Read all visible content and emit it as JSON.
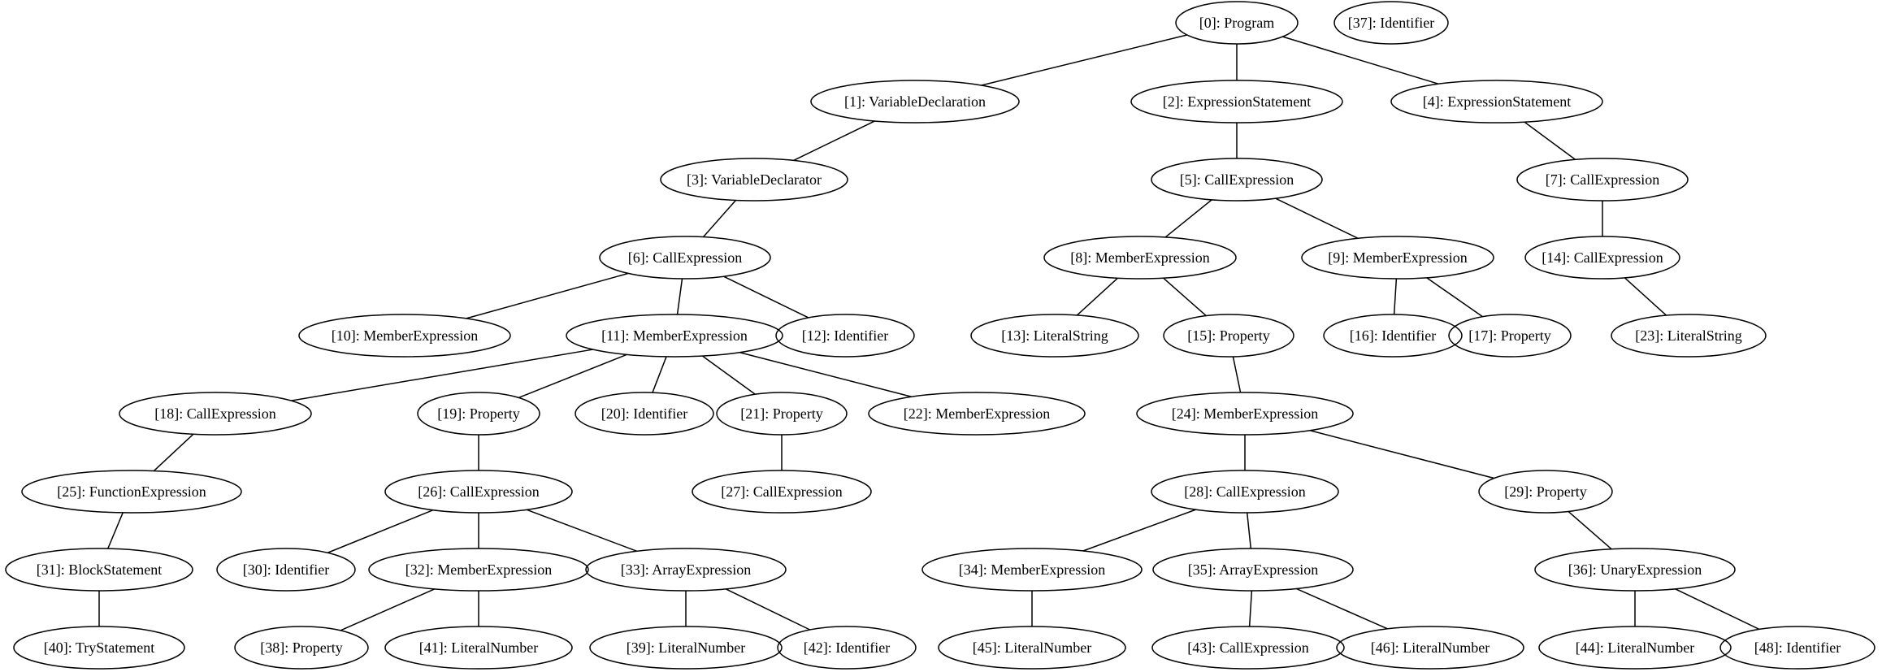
{
  "diagram": {
    "type": "tree",
    "nodes": [
      {
        "id": 0,
        "label": "[0]: Program"
      },
      {
        "id": 1,
        "label": "[1]: VariableDeclaration"
      },
      {
        "id": 2,
        "label": "[2]: ExpressionStatement"
      },
      {
        "id": 3,
        "label": "[3]: VariableDeclarator"
      },
      {
        "id": 4,
        "label": "[4]: ExpressionStatement"
      },
      {
        "id": 5,
        "label": "[5]: CallExpression"
      },
      {
        "id": 6,
        "label": "[6]: CallExpression"
      },
      {
        "id": 7,
        "label": "[7]: CallExpression"
      },
      {
        "id": 8,
        "label": "[8]: MemberExpression"
      },
      {
        "id": 9,
        "label": "[9]: MemberExpression"
      },
      {
        "id": 10,
        "label": "[10]: MemberExpression"
      },
      {
        "id": 11,
        "label": "[11]: MemberExpression"
      },
      {
        "id": 12,
        "label": "[12]: Identifier"
      },
      {
        "id": 13,
        "label": "[13]: LiteralString"
      },
      {
        "id": 14,
        "label": "[14]: CallExpression"
      },
      {
        "id": 15,
        "label": "[15]: Property"
      },
      {
        "id": 16,
        "label": "[16]: Identifier"
      },
      {
        "id": 17,
        "label": "[17]: Property"
      },
      {
        "id": 18,
        "label": "[18]: CallExpression"
      },
      {
        "id": 19,
        "label": "[19]: Property"
      },
      {
        "id": 20,
        "label": "[20]: Identifier"
      },
      {
        "id": 21,
        "label": "[21]: Property"
      },
      {
        "id": 22,
        "label": "[22]: MemberExpression"
      },
      {
        "id": 23,
        "label": "[23]: LiteralString"
      },
      {
        "id": 24,
        "label": "[24]: MemberExpression"
      },
      {
        "id": 25,
        "label": "[25]: FunctionExpression"
      },
      {
        "id": 26,
        "label": "[26]: CallExpression"
      },
      {
        "id": 27,
        "label": "[27]: CallExpression"
      },
      {
        "id": 28,
        "label": "[28]: CallExpression"
      },
      {
        "id": 29,
        "label": "[29]: Property"
      },
      {
        "id": 30,
        "label": "[30]: Identifier"
      },
      {
        "id": 31,
        "label": "[31]: BlockStatement"
      },
      {
        "id": 32,
        "label": "[32]: MemberExpression"
      },
      {
        "id": 33,
        "label": "[33]: ArrayExpression"
      },
      {
        "id": 34,
        "label": "[34]: MemberExpression"
      },
      {
        "id": 35,
        "label": "[35]: ArrayExpression"
      },
      {
        "id": 36,
        "label": "[36]: UnaryExpression"
      },
      {
        "id": 37,
        "label": "[37]: Identifier"
      },
      {
        "id": 38,
        "label": "[38]: Property"
      },
      {
        "id": 39,
        "label": "[39]: LiteralNumber"
      },
      {
        "id": 40,
        "label": "[40]: TryStatement"
      },
      {
        "id": 41,
        "label": "[41]: LiteralNumber"
      },
      {
        "id": 42,
        "label": "[42]: Identifier"
      },
      {
        "id": 43,
        "label": "[43]: CallExpression"
      },
      {
        "id": 44,
        "label": "[44]: LiteralNumber"
      },
      {
        "id": 45,
        "label": "[45]: LiteralNumber"
      },
      {
        "id": 46,
        "label": "[46]: LiteralNumber"
      },
      {
        "id": 48,
        "label": "[48]: Identifier"
      }
    ],
    "edges": [
      [
        0,
        1
      ],
      [
        0,
        2
      ],
      [
        0,
        4
      ],
      [
        1,
        3
      ],
      [
        2,
        5
      ],
      [
        4,
        7
      ],
      [
        3,
        6
      ],
      [
        5,
        8
      ],
      [
        5,
        9
      ],
      [
        7,
        14
      ],
      [
        6,
        10
      ],
      [
        6,
        11
      ],
      [
        6,
        12
      ],
      [
        8,
        13
      ],
      [
        8,
        15
      ],
      [
        9,
        16
      ],
      [
        9,
        17
      ],
      [
        14,
        23
      ],
      [
        11,
        18
      ],
      [
        11,
        19
      ],
      [
        11,
        20
      ],
      [
        11,
        21
      ],
      [
        11,
        22
      ],
      [
        15,
        24
      ],
      [
        18,
        25
      ],
      [
        19,
        26
      ],
      [
        21,
        27
      ],
      [
        24,
        28
      ],
      [
        24,
        29
      ],
      [
        25,
        31
      ],
      [
        26,
        30
      ],
      [
        26,
        32
      ],
      [
        26,
        33
      ],
      [
        28,
        34
      ],
      [
        28,
        35
      ],
      [
        29,
        36
      ],
      [
        31,
        40
      ],
      [
        32,
        38
      ],
      [
        32,
        41
      ],
      [
        33,
        39
      ],
      [
        33,
        42
      ],
      [
        34,
        45
      ],
      [
        35,
        43
      ],
      [
        35,
        46
      ],
      [
        36,
        44
      ],
      [
        36,
        48
      ]
    ]
  }
}
